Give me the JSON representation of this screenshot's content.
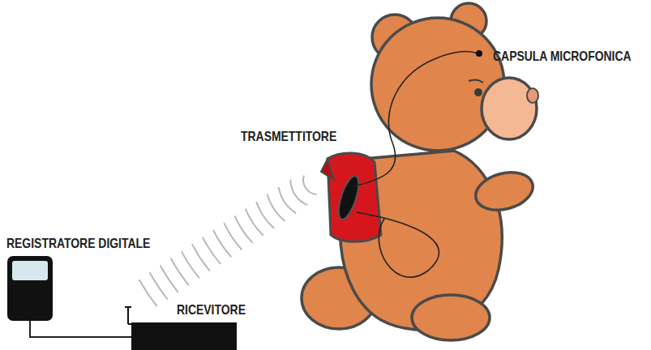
{
  "diagram": {
    "labels": [
      "CAPSULA MICROFONICA",
      "TRASMETTITORE",
      "REGISTRATORE DIGITALE",
      "RICEVITORE"
    ]
  }
}
